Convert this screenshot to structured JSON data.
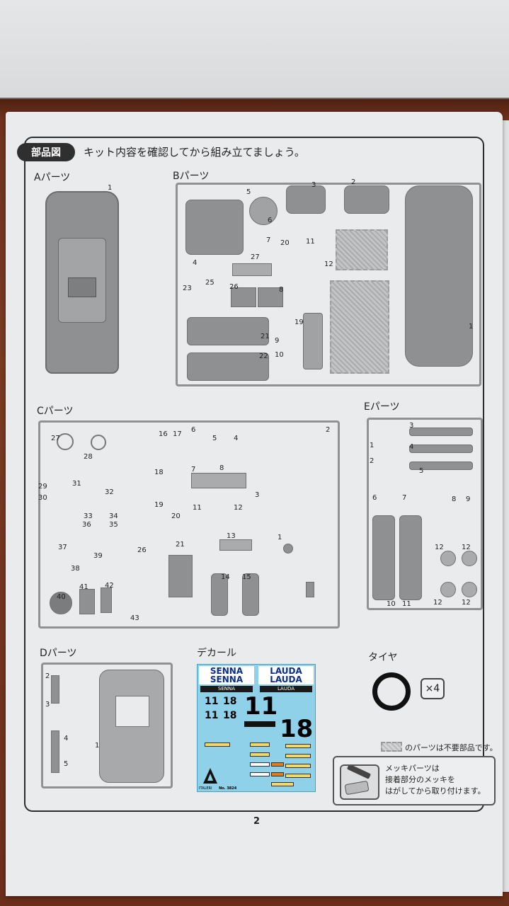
{
  "header": {
    "pill": "部品図",
    "instruction": "キット内容を確認してから組み立てましょう。"
  },
  "sections": {
    "a": "Aパーツ",
    "b": "Bパーツ",
    "c": "Cパーツ",
    "d": "Dパーツ",
    "e": "Eパーツ",
    "decal": "デカール",
    "tire": "タイヤ"
  },
  "tire_count": "×4",
  "legend_text": "のパーツは不要部品です。",
  "plating": {
    "line1": "メッキパーツは",
    "line2": "接着部分のメッキを",
    "line3": "はがしてから取り付けます。"
  },
  "page_number": "2",
  "decal": {
    "senna": "SENNA",
    "lauda": "LAUDA",
    "num11": "11",
    "num18": "18",
    "brand": "ITALERI",
    "code": "No. 3824"
  },
  "part_numbers": {
    "a": [
      "1"
    ],
    "b": [
      "5",
      "3",
      "2",
      "6",
      "7",
      "4",
      "20",
      "11",
      "12",
      "27",
      "23",
      "25",
      "26",
      "8",
      "21",
      "9",
      "19",
      "22",
      "10",
      "1"
    ],
    "c": [
      "27",
      "28",
      "16",
      "17",
      "6",
      "5",
      "4",
      "2",
      "18",
      "7",
      "8",
      "29",
      "31",
      "32",
      "30",
      "19",
      "3",
      "11",
      "12",
      "33",
      "34",
      "36",
      "35",
      "20",
      "13",
      "1",
      "37",
      "26",
      "21",
      "39",
      "38",
      "14",
      "15",
      "40",
      "41",
      "42",
      "43"
    ],
    "d": [
      "2",
      "3",
      "4",
      "5",
      "1"
    ],
    "e": [
      "3",
      "1",
      "4",
      "2",
      "5",
      "6",
      "7",
      "8",
      "9",
      "12",
      "12",
      "10",
      "11",
      "12",
      "12"
    ]
  }
}
